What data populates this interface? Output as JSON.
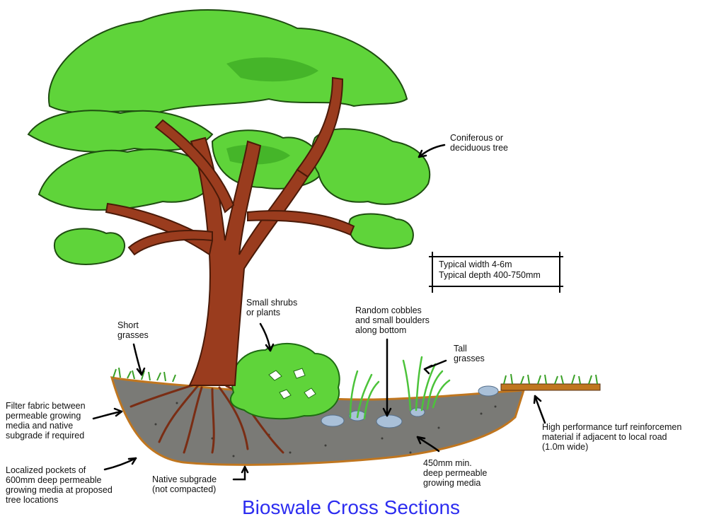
{
  "labels": {
    "tree": [
      "Coniferous or",
      "deciduous tree"
    ],
    "dimensions": [
      "Typical width 4-6m",
      "Typical depth 400-750mm"
    ],
    "shrubs": [
      "Small shrubs",
      "or plants"
    ],
    "cobbles": [
      "Random cobbles",
      "and small boulders",
      "along bottom"
    ],
    "short_grasses": [
      "Short",
      "grasses"
    ],
    "tall_grasses": [
      "Tall",
      "grasses"
    ],
    "filter_fabric": [
      "Filter fabric between",
      "permeable growing",
      "media and native",
      "subgrade if required"
    ],
    "turf": [
      "High performance turf reinforcemen",
      "material if adjacent to local road",
      "(1.0m wide)"
    ],
    "pockets": [
      "Localized pockets of",
      "600mm deep permeable",
      "growing media at  proposed",
      "tree locations"
    ],
    "subgrade": [
      "Native subgrade",
      "(not compacted)"
    ],
    "media": [
      "450mm min.",
      "deep permeable",
      "growing media"
    ]
  },
  "caption": "Bioswale Cross Sections",
  "colors": {
    "foliage": "#5fd43a",
    "foliage_dark": "#2f9a1c",
    "trunk": "#9a3c1e",
    "soil": "#7a7a76",
    "liner": "#c0761f",
    "cobble": "#a9c0d8",
    "caption": "#2d2df0"
  }
}
